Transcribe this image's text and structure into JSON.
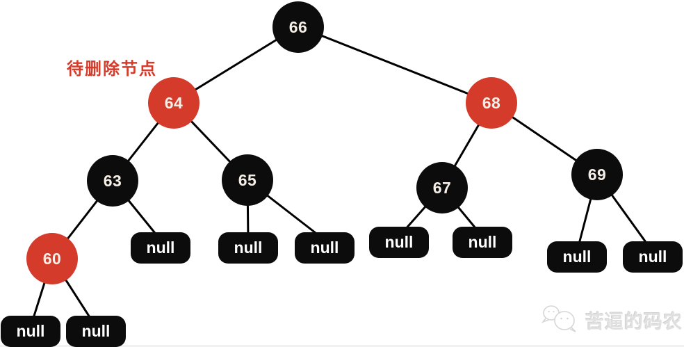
{
  "diagram": {
    "annotation_label": "待删除节点",
    "null_label": "null",
    "colors": {
      "node_black": "#0c0c0c",
      "node_red": "#d43b2a",
      "edge_black": "#000000",
      "label_red": "#d43b2a",
      "watermark_gray": "#e0e0e0"
    },
    "nodes": {
      "n66": {
        "value": "66",
        "color": "black"
      },
      "n64": {
        "value": "64",
        "color": "red"
      },
      "n68": {
        "value": "68",
        "color": "red"
      },
      "n63": {
        "value": "63",
        "color": "black"
      },
      "n65": {
        "value": "65",
        "color": "black"
      },
      "n67": {
        "value": "67",
        "color": "black"
      },
      "n69": {
        "value": "69",
        "color": "black"
      },
      "n60": {
        "value": "60",
        "color": "red"
      }
    },
    "edges": [
      "66-64",
      "66-68",
      "64-63",
      "64-65",
      "68-67",
      "68-69",
      "63-60",
      "63-null",
      "65-null-left",
      "65-null-right",
      "67-null-left",
      "67-null-right",
      "69-null-left",
      "69-null-right",
      "60-null-left",
      "60-null-right"
    ]
  },
  "watermark": {
    "text": "苦逼的码农",
    "icon": "wechat-bubbles-icon"
  }
}
